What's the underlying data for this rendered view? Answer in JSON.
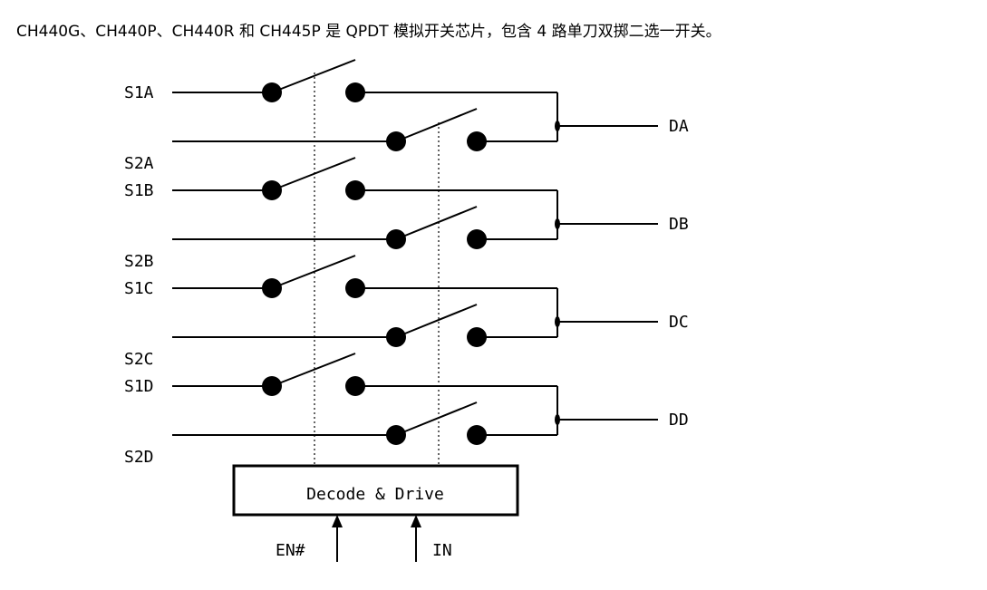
{
  "intro_text": "CH440G、CH440P、CH440R 和 CH445P 是 QPDT 模拟开关芯片，包含 4 路单刀双掷二选一开关。",
  "diagram": {
    "channels": [
      {
        "s1_label": "S1A",
        "s2_label": "S2A",
        "d_label": "DA"
      },
      {
        "s1_label": "S1B",
        "s2_label": "S2B",
        "d_label": "DB"
      },
      {
        "s1_label": "S1C",
        "s2_label": "S2C",
        "d_label": "DC"
      },
      {
        "s1_label": "S1D",
        "s2_label": "S2D",
        "d_label": "DD"
      }
    ],
    "block_label": "Decode & Drive",
    "input_labels": {
      "en": "EN#",
      "in": "IN"
    }
  },
  "colors": {
    "line": "#000000",
    "background": "#ffffff"
  }
}
